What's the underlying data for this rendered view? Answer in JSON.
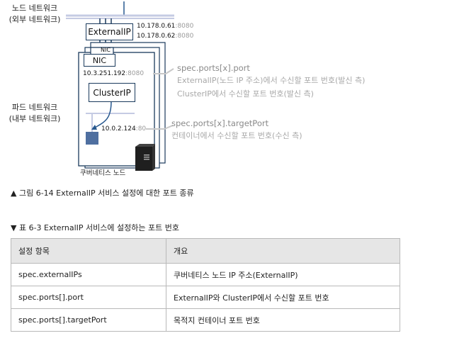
{
  "diagram": {
    "node_network_label": [
      "노드 네트워크",
      "(외부 네트워크)"
    ],
    "pod_network_label": [
      "파드 네트워크",
      "(내부 네트워크)"
    ],
    "external_ip_box": "ExternalIP",
    "external_ips": [
      {
        "ip": "10.178.0.61",
        "port": ":8080"
      },
      {
        "ip": "10.178.0.62",
        "port": ":8080"
      }
    ],
    "nic_label": "NIC",
    "nic_back_label": "NIC",
    "cluster_ip_box": "ClusterIP",
    "cluster_ip_addr": {
      "ip": "10.3.251.192",
      "port": ":8080"
    },
    "pod_ip_addr": {
      "ip": "10.0.2.124",
      "port": ":80"
    },
    "node_label": "쿠버네티스 노드",
    "callouts": {
      "port_title": "spec.ports[x].port",
      "port_desc": [
        "ExternalIP(노드 IP 주소)에서 수신할 포트 번호(발신 측)",
        "ClusterIP에서 수신할 포트 번호(발신 측)"
      ],
      "target_title": "spec.ports[x].targetPort",
      "target_desc": [
        "컨테이너에서 수신할 포트 번호(수신 측)"
      ]
    },
    "colors": {
      "box_border": "#1a3a5c",
      "network_line": "#c5cbe3",
      "accent_blue": "#27588f",
      "callout_gray": "#999999"
    }
  },
  "figure_caption": "▲ 그림 6-14 ExternalIP 서비스 설정에 대한 포트 종류",
  "table_caption": "▼ 표 6-3 ExternalIP 서비스에 설정하는 포트 번호",
  "table": {
    "headers": [
      "설정 항목",
      "개요"
    ],
    "rows": [
      [
        "spec.externalIPs",
        "쿠버네티스 노드 IP 주소(ExternalIP)"
      ],
      [
        "spec.ports[].port",
        "ExternalIP와 ClusterIP에서 수신할 포트 번호"
      ],
      [
        "spec.ports[].targetPort",
        "목적지 컨테이너 포트 번호"
      ]
    ]
  }
}
